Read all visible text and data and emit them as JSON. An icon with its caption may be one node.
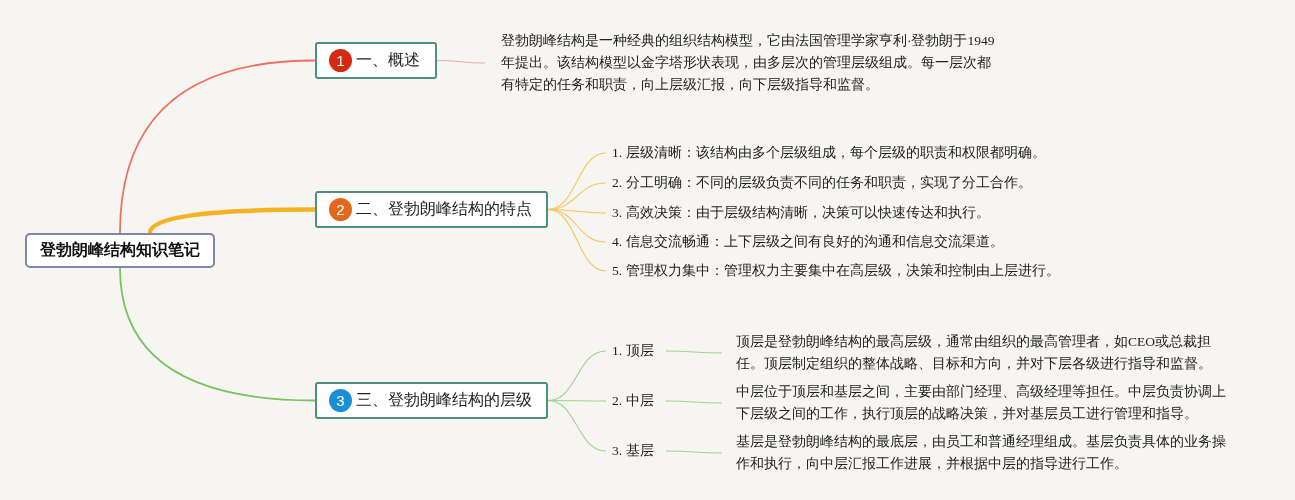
{
  "diagram": {
    "nodes": [
      {
        "text": [
          "登勃朗峰结构知识笔记"
        ]
      },
      {
        "text": [
          "1",
          "一、概述"
        ]
      },
      {
        "text": [
          "登勃朗峰结构是一种经典的组织结构模型，它由法国管理学家亨利·登勃朗于1949年提出。该结构模型以金字塔形状表现，由多层次的管理层级组成。每一层次都有特定的任务和职责，向上层级汇报，向下层级指导和监督。"
        ]
      },
      {
        "text": [
          "2",
          "二、登勃朗峰结构的特点"
        ]
      },
      {
        "text": [
          "1. 层级清晰：该结构由多个层级组成，每个层级的职责和权限都明确。"
        ]
      },
      {
        "text": [
          "2. 分工明确：不同的层级负责不同的任务和职责，实现了分工合作。"
        ]
      },
      {
        "text": [
          "3. 高效决策：由于层级结构清晰，决策可以快速传达和执行。"
        ]
      },
      {
        "text": [
          "4. 信息交流畅通：上下层级之间有良好的沟通和信息交流渠道。"
        ]
      },
      {
        "text": [
          "5. 管理权力集中：管理权力主要集中在高层级，决策和控制由上层进行。"
        ]
      },
      {
        "text": [
          "3",
          "三、登勃朗峰结构的层级"
        ]
      },
      {
        "text": [
          "1. 顶层"
        ]
      },
      {
        "text": [
          "顶层是登勃朗峰结构的最高层级，通常由组织的最高管理者，如CEO或总裁担任。顶层制定组织的整体战略、目标和方向，并对下层各级进行指导和监督。"
        ]
      },
      {
        "text": [
          "2. 中层"
        ]
      },
      {
        "text": [
          "中层位于顶层和基层之间，主要由部门经理、高级经理等担任。中层负责协调上下层级之间的工作，执行顶层的战略决策，并对基层员工进行管理和指导。"
        ]
      },
      {
        "text": [
          "3. 基层"
        ]
      },
      {
        "text": [
          "基层是登勃朗峰结构的最底层，由员工和普通经理组成。基层负责具体的业务操作和执行，向中层汇报工作进展，并根据中层的指导进行工作。"
        ]
      }
    ],
    "edges": [
      {
        "from": 0,
        "to": 1,
        "arrow": "none",
        "color": "#ef6f5e"
      },
      {
        "from": 1,
        "to": 2,
        "arrow": "none",
        "color": "#f4a9a0"
      },
      {
        "from": 0,
        "to": 3,
        "arrow": "none",
        "style": "thick",
        "color": "#f5b324"
      },
      {
        "from": 3,
        "to": 4,
        "arrow": "none",
        "color": "#f5c55a"
      },
      {
        "from": 3,
        "to": 5,
        "arrow": "none",
        "color": "#f5c55a"
      },
      {
        "from": 3,
        "to": 6,
        "arrow": "none",
        "color": "#f5c55a"
      },
      {
        "from": 3,
        "to": 7,
        "arrow": "none",
        "color": "#f5c55a"
      },
      {
        "from": 3,
        "to": 8,
        "arrow": "none",
        "color": "#f5c55a"
      },
      {
        "from": 0,
        "to": 9,
        "arrow": "none",
        "color": "#78c260"
      },
      {
        "from": 9,
        "to": 10,
        "arrow": "none",
        "color": "#9fd38c"
      },
      {
        "from": 10,
        "to": 11,
        "arrow": "none",
        "color": "#9fd38c"
      },
      {
        "from": 9,
        "to": 12,
        "arrow": "none",
        "color": "#9fd38c"
      },
      {
        "from": 12,
        "to": 13,
        "arrow": "none",
        "color": "#9fd38c"
      },
      {
        "from": 9,
        "to": 14,
        "arrow": "none",
        "color": "#9fd38c"
      },
      {
        "from": 14,
        "to": 15,
        "arrow": "none",
        "color": "#9fd38c"
      }
    ]
  }
}
